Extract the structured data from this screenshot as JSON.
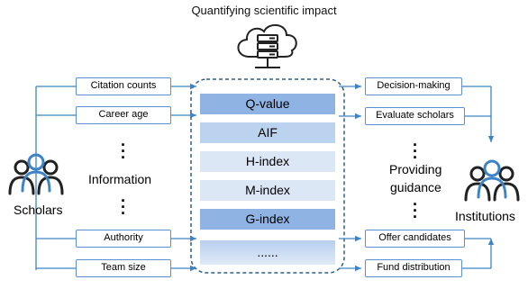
{
  "title": "Quantifying scientific impact",
  "left_inputs": {
    "citation_counts": "Citation counts",
    "career_age": "Career age",
    "authority": "Authority",
    "team_size": "Team size"
  },
  "left_label": "Information",
  "left_actor": "Scholars",
  "metrics": {
    "q_value": "Q-value",
    "aif": "AIF",
    "h_index": "H-index",
    "m_index": "M-index",
    "g_index": "G-index",
    "more": "......"
  },
  "right_outputs": {
    "decision_making": "Decision-making",
    "evaluate_scholars": "Evaluate scholars",
    "offer_candidates": "Offer candidates",
    "fund_distribution": "Fund distribution"
  },
  "right_label_line1": "Providing",
  "right_label_line2": "guidance",
  "right_actor": "Institutions",
  "colors": {
    "accent": "#3d84c7",
    "box_border": "#5b8fd0",
    "dashed_border": "#2f5e86",
    "metric_dark": "#8fb4e3",
    "metric_mid": "#bcd3ef",
    "metric_light": "#dce7f6"
  },
  "icons": [
    "cloud-server-icon",
    "people-group-icon"
  ]
}
